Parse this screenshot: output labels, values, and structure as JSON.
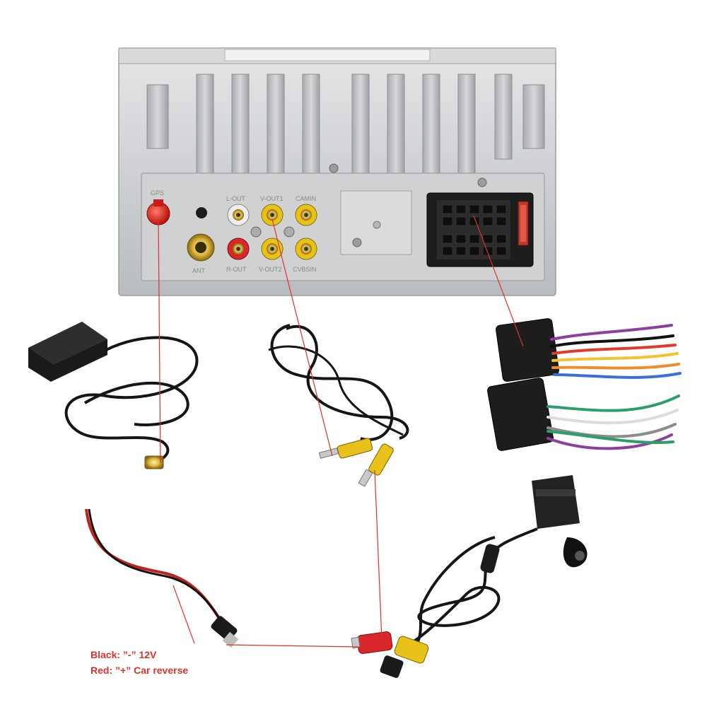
{
  "head_unit": {
    "port_labels": {
      "gps": "GPS",
      "l_out": "L-OUT",
      "v_out1": "V-OUT1",
      "camin": "CAMIN",
      "ant": "ANT",
      "r_out": "R-OUT",
      "v_out2": "V-OUT2",
      "cvbsin": "CVBSIN"
    }
  },
  "legend": {
    "black_label": "Black:",
    "black_value": "”-” 12V",
    "red_label": "Red:",
    "red_value": "”+” Car reverse"
  },
  "colors": {
    "annotation_red": "#e0312b",
    "chassis": "#c8cacc",
    "rca_yellow": "#e8c21a",
    "rca_red": "#d8262a",
    "rca_white": "#eeeeee"
  }
}
